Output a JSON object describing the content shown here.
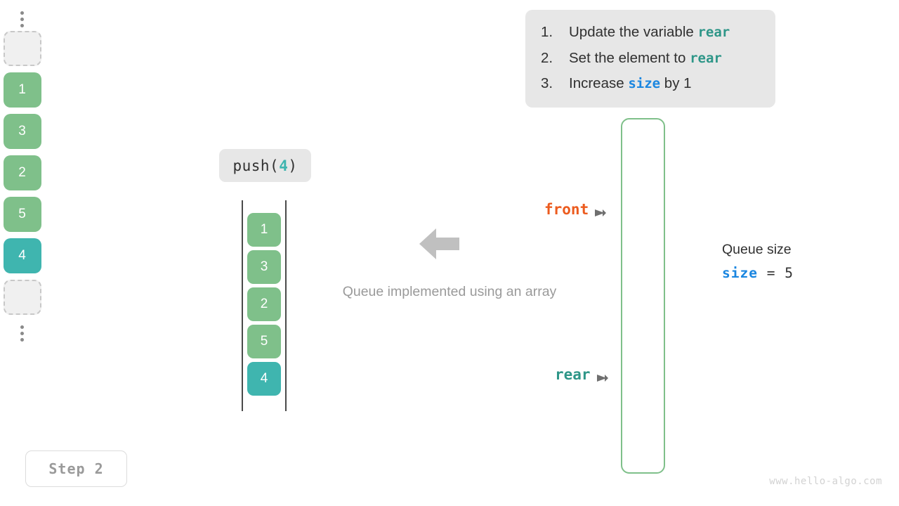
{
  "instructions": {
    "items": [
      {
        "num": "1.",
        "before": "Update the variable ",
        "keyword": "rear",
        "after": "",
        "keyword_color": "#2e9688"
      },
      {
        "num": "2.",
        "before": "Set the element to ",
        "keyword": "rear",
        "after": "",
        "keyword_color": "#2e9688"
      },
      {
        "num": "3.",
        "before": "Increase ",
        "keyword": "size",
        "after": " by 1",
        "keyword_color": "#1a86e0"
      }
    ]
  },
  "operation": {
    "name": "push(",
    "argument": "4",
    "close": ")"
  },
  "left_array": {
    "label": "Queue implemented using an array",
    "cells": [
      {
        "value": "1",
        "color": "green"
      },
      {
        "value": "3",
        "color": "green"
      },
      {
        "value": "2",
        "color": "green"
      },
      {
        "value": "5",
        "color": "green"
      },
      {
        "value": "4",
        "color": "teal"
      }
    ]
  },
  "memory_array": {
    "top_ellipsis": "⋮",
    "bottom_ellipsis": "⋮",
    "slots": [
      {
        "value": "",
        "type": "empty"
      },
      {
        "value": "1",
        "type": "green"
      },
      {
        "value": "3",
        "type": "green"
      },
      {
        "value": "2",
        "type": "green"
      },
      {
        "value": "5",
        "type": "green"
      },
      {
        "value": "4",
        "type": "teal"
      },
      {
        "value": "",
        "type": "empty"
      }
    ]
  },
  "pointers": {
    "front": {
      "label": "front",
      "color": "#ec5b1e"
    },
    "rear": {
      "label": "rear",
      "color": "#2e9688"
    }
  },
  "size_readout": {
    "title": "Queue size",
    "variable": "size",
    "operator": " = ",
    "value": "5"
  },
  "step": {
    "label": "Step 2"
  },
  "watermark": {
    "text": "www.hello-algo.com"
  },
  "colors": {
    "green": "#7fc08a",
    "teal": "#3fb5af",
    "panel_bg": "#e7e7e7",
    "arrow_gray": "#c0c0c0",
    "muted_text": "#9a9a9a"
  }
}
